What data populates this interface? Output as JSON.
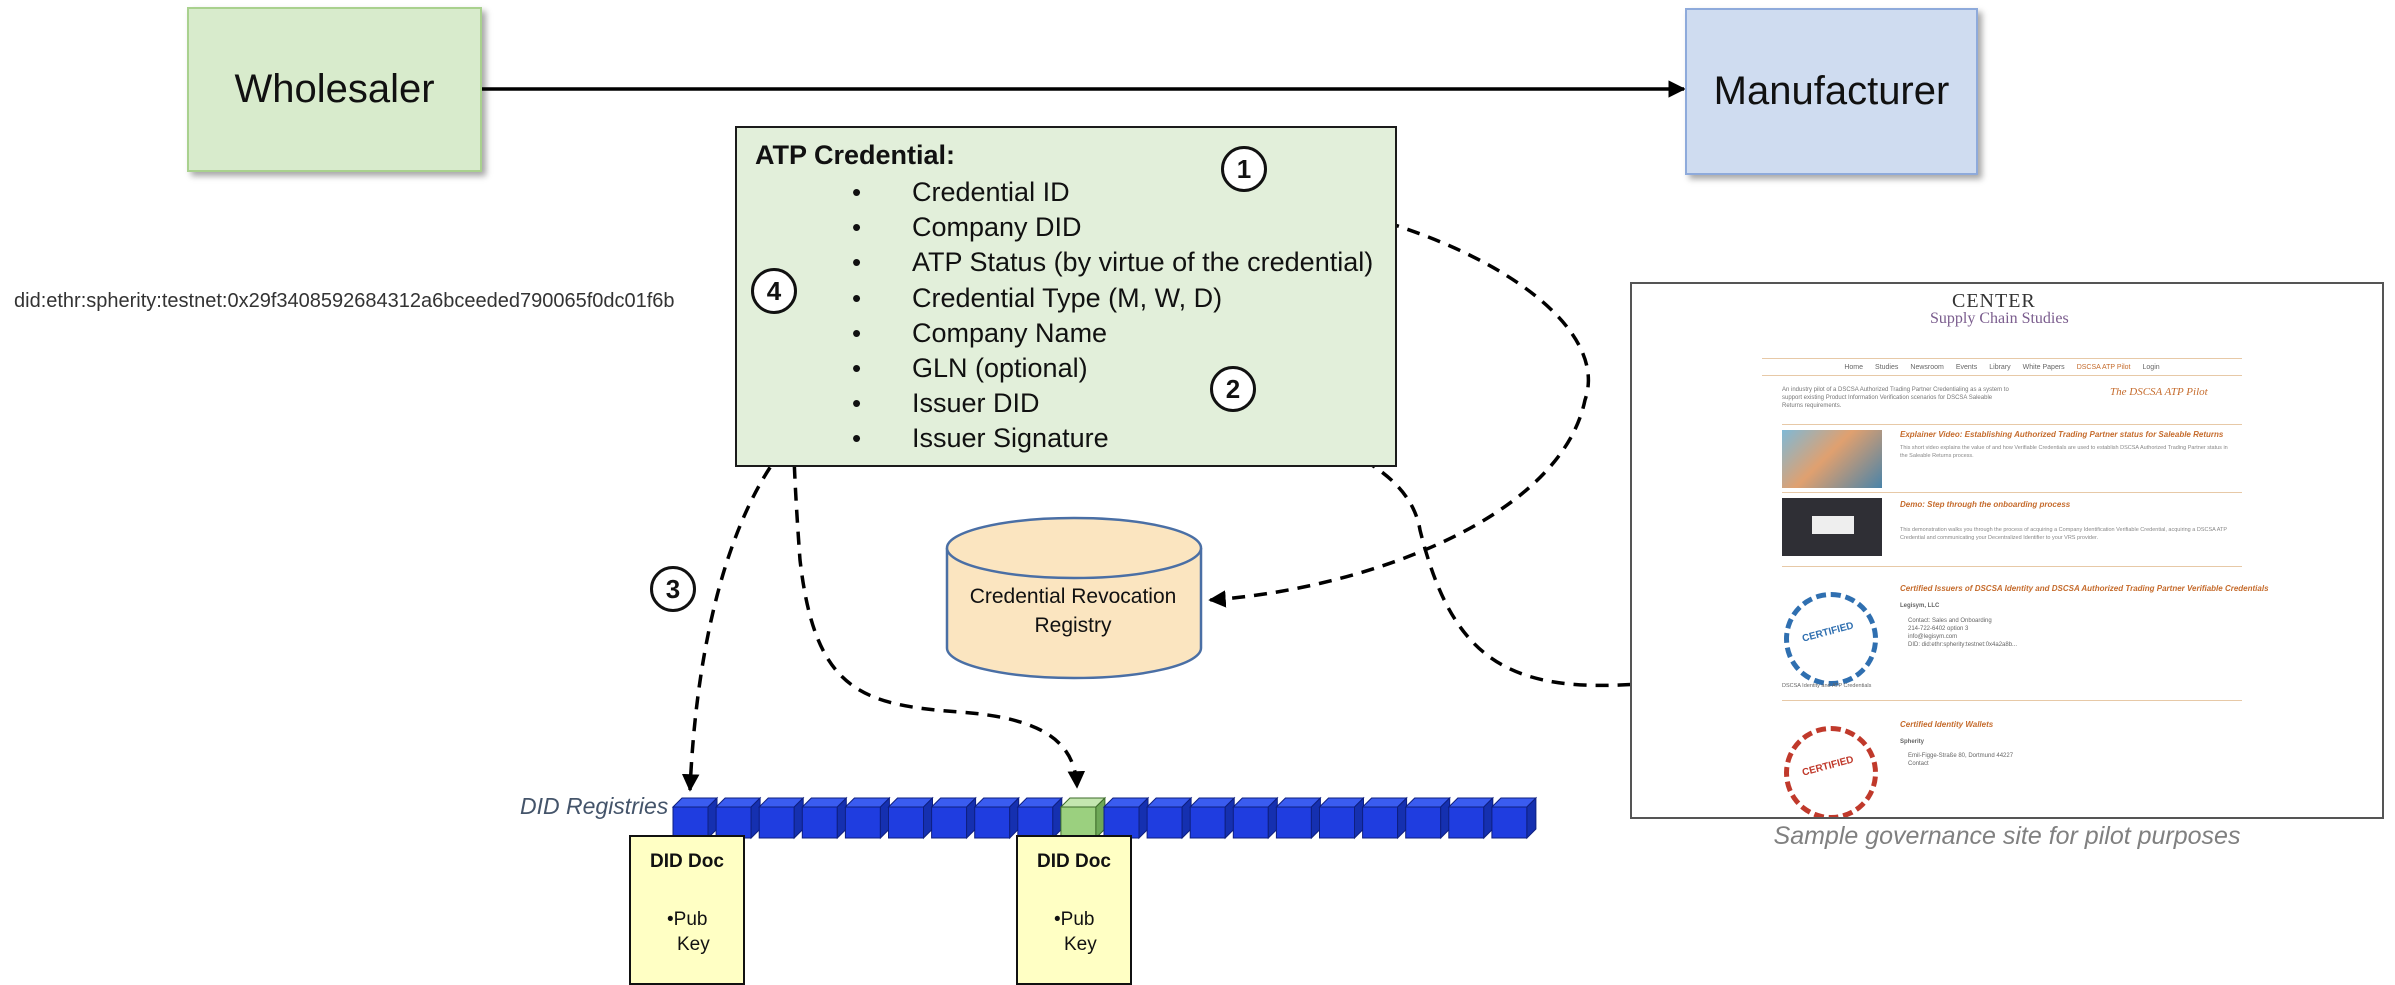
{
  "nodes": {
    "wholesaler": "Wholesaler",
    "manufacturer": "Manufacturer"
  },
  "credential": {
    "title": "ATP Credential:",
    "bullet": "•",
    "items": [
      "Credential ID",
      "Company DID",
      "ATP Status (by virtue of the credential)",
      "Credential Type (M, W, D)",
      "Company Name",
      "GLN (optional)",
      "Issuer DID",
      "Issuer Signature"
    ]
  },
  "did_example": "did:ethr:spherity:testnet:0x29f3408592684312a6bceeded790065f0dc01f6b",
  "steps": [
    "1",
    "2",
    "3",
    "4"
  ],
  "registry": {
    "line1": "Credential Revocation",
    "line2": "Registry"
  },
  "did_registries": {
    "label": "DID Registries",
    "doc_title": "DID Doc",
    "doc_bullet": "•",
    "doc_key_line1": "Pub",
    "doc_key_line2": "Key"
  },
  "site": {
    "caption": "Sample governance site for pilot purposes",
    "logo_line1": "CENTER",
    "logo_line2": "Supply Chain Studies",
    "nav": [
      "Home",
      "Studies",
      "Newsroom",
      "Events",
      "Library",
      "White Papers",
      "DSCSA ATP Pilot",
      "Login"
    ],
    "pilot_heading": "The DSCSA ATP Pilot",
    "intro": "An industry pilot of a DSCSA Authorized Trading Partner Credentialing as a system to support existing Product Information Verification scenarios for DSCSA Saleable Returns requirements.",
    "video_heading": "Explainer Video: Establishing Authorized Trading Partner status for Saleable Returns",
    "video_text": "This short video explains the value of and how Verifiable Credentials are used to establish DSCSA Authorized Trading Partner status in the Saleable Returns process.",
    "demo_heading": "Demo: Step through the onboarding process",
    "demo_text": "This demonstration walks you through the process of acquiring a Company Identification Verifiable Credential, acquiring a DSCSA ATP Credential and communicating your Decentralized Identifier to your VRS provider.",
    "issuers_heading": "Certified Issuers of DSCSA Identity and DSCSA Authorized Trading Partner Verifiable Credentials",
    "issuer_name": "Legisym, LLC",
    "issuer_details": [
      "Contact: Sales and Onboarding",
      "214-722-6402 option 3",
      "info@legisym.com",
      "DID: did:ethr:spherity:testnet:0x4a2a8b..."
    ],
    "seal_caption": "DSCSA Identity and ATP Credentials",
    "wallets_heading": "Certified Identity Wallets",
    "wallet_name": "Spherity",
    "wallet_details": [
      "Emil-Figge-Straße 80, Dortmund 44227",
      "Contact"
    ],
    "seal_text": "CERTIFIED"
  }
}
